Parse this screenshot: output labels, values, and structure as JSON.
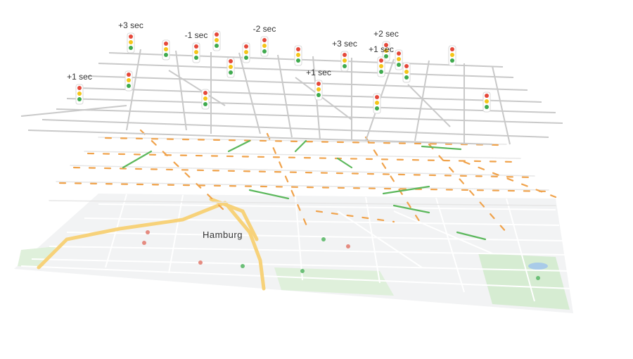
{
  "map": {
    "city_label": "Hamburg"
  },
  "signals": [
    {
      "delta": "+3 sec"
    },
    {
      "delta": ""
    },
    {
      "delta": "-1 sec"
    },
    {
      "delta": ""
    },
    {
      "delta": ""
    },
    {
      "delta": ""
    },
    {
      "delta": "-2 sec"
    },
    {
      "delta": ""
    },
    {
      "delta": "+3 sec"
    },
    {
      "delta": "+2 sec"
    },
    {
      "delta": ""
    },
    {
      "delta": "+1 sec"
    },
    {
      "delta": ""
    },
    {
      "delta": "+1 sec"
    },
    {
      "delta": ""
    },
    {
      "delta": "+1 sec"
    },
    {
      "delta": ""
    },
    {
      "delta": ""
    },
    {
      "delta": ""
    },
    {
      "delta": ""
    }
  ],
  "colors": {
    "road_network": "#c9c9c9",
    "traffic_slow": "#f0a24a",
    "traffic_free": "#5cb85c",
    "map_base": "#f2f3f4",
    "map_park": "#d6ecd2",
    "highway": "#f7d27a",
    "signal_red": "#e5483a",
    "signal_yellow": "#f5c518",
    "signal_green": "#3faa4e"
  }
}
